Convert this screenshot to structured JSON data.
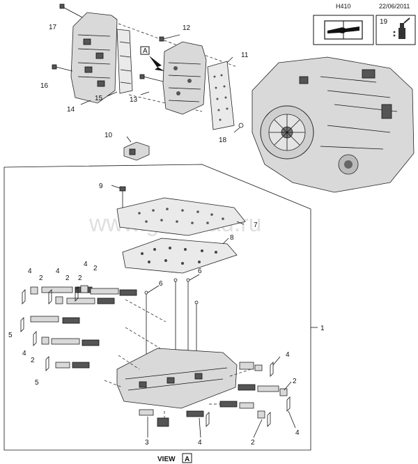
{
  "header": {
    "code": "H410",
    "date": "22/06/2011",
    "box_number": "19"
  },
  "watermark": "www.gmsklad.ru",
  "view_label": {
    "text": "VIEW",
    "boxed_letter": "A"
  },
  "view_arrow_letter": "A",
  "callouts": {
    "c1": "1",
    "c2a": "2",
    "c2b": "2",
    "c2c": "2",
    "c2d": "2",
    "c2e": "2",
    "c2f": "2",
    "c2g": "2",
    "c3": "3",
    "c4a": "4",
    "c4b": "4",
    "c4c": "4",
    "c4d": "4",
    "c4e": "4",
    "c4f": "4",
    "c4g": "4",
    "c5a": "5",
    "c5b": "5",
    "c6a": "6",
    "c6b": "6",
    "c7": "7",
    "c8": "8",
    "c9": "9",
    "c10": "10",
    "c11": "11",
    "c12": "12",
    "c13": "13",
    "c14": "14",
    "c15": "15",
    "c16": "16",
    "c17": "17",
    "c18": "18"
  },
  "icons": {
    "manual": "wrench-book-icon",
    "fluid": "oil-bottle-icon"
  }
}
